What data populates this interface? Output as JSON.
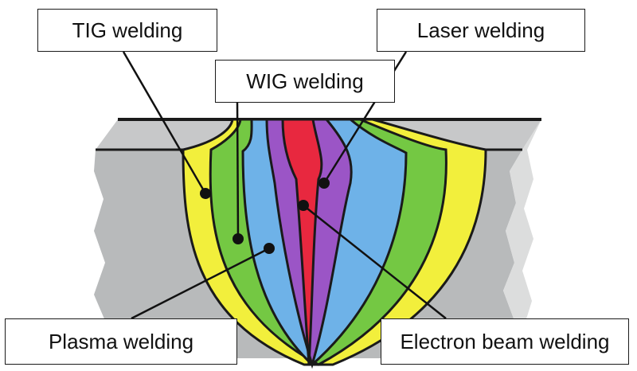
{
  "labels": {
    "tig": "TIG welding",
    "wig": "WIG welding",
    "laser": "Laser welding",
    "plasma": "Plasma welding",
    "electron_beam": "Electron beam welding"
  },
  "colors": {
    "workpiece_front": "#b8babb",
    "workpiece_top": "#c7c8c9",
    "workpiece_right": "#dcdddd",
    "tig_zone": "#f2ef3c",
    "wig_zone": "#74c843",
    "plasma_zone": "#6eb2e8",
    "laser_zone": "#9b55c6",
    "electron_beam_zone": "#e8283f",
    "outline": "#1a1a1a"
  }
}
